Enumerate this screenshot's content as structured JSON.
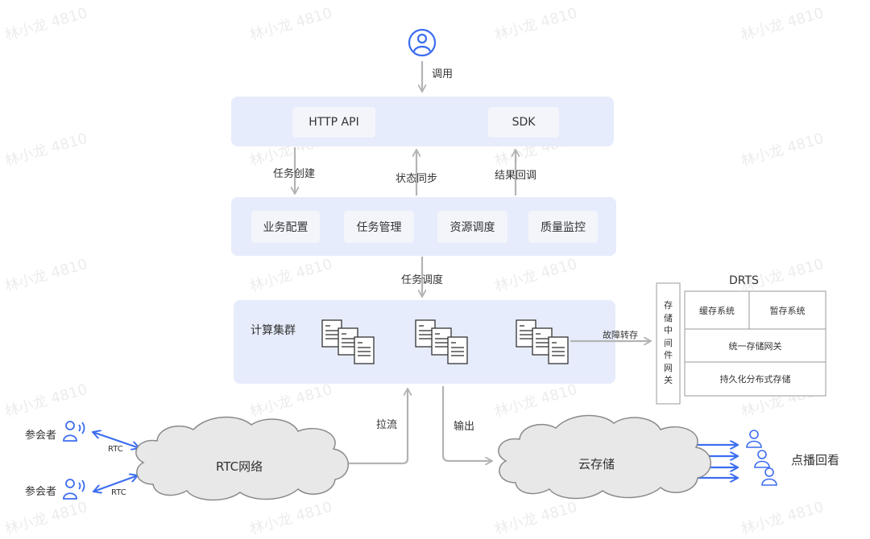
{
  "caller": {
    "label": "调用"
  },
  "api_layer": {
    "http_api": "HTTP API",
    "sdk": "SDK"
  },
  "links": {
    "task_create": "任务创建",
    "status_sync": "状态同步",
    "result_callback": "结果回调",
    "task_dispatch": "任务调度",
    "failover_transfer": "故障转存",
    "pull_stream": "拉流",
    "output": "输出",
    "rtc": "RTC"
  },
  "services": [
    "业务配置",
    "任务管理",
    "资源调度",
    "质量监控"
  ],
  "cluster": {
    "label": "计算集群"
  },
  "storage_gateway": {
    "chars": [
      "存",
      "储",
      "中",
      "间",
      "件",
      "网",
      "关"
    ]
  },
  "drts": {
    "title": "DRTS",
    "cache_system": "缓存系统",
    "temp_storage": "暂存系统",
    "unified_gateway": "统一存储网关",
    "persistent_storage": "持久化分布式存储"
  },
  "clouds": {
    "rtc_network": "RTC网络",
    "cloud_storage": "云存储"
  },
  "participants": [
    "参会者",
    "参会者"
  ],
  "vod": {
    "label": "点播回看"
  },
  "watermark": "林小龙 4810",
  "colors": {
    "panel": "#e6ecfb",
    "arrow": "#b3b3b3",
    "rtc_arrow": "#3c6df0",
    "icon": "#3c6df0"
  }
}
